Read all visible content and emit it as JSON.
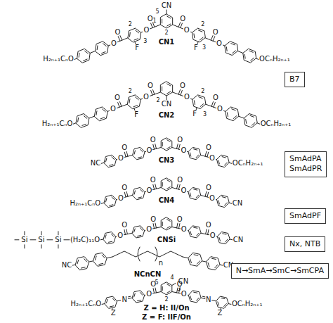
{
  "diagram": {
    "nodes": [
      {
        "text": [
          "B7"
        ]
      },
      {
        "text": [
          "SmAdPA SmAdPR"
        ]
      },
      {
        "text": [
          "SmAdPF"
        ]
      },
      {
        "text": [
          "Nx, NTB"
        ]
      },
      {
        "text": [
          "N→SmA→SmC→SmCPA"
        ]
      }
    ],
    "labels": [
      "CN",
      "5",
      "1",
      "2",
      "O",
      "O",
      "2",
      "3",
      "F",
      "O",
      "O",
      "H₂ₙ₊₁CₙO",
      "O",
      "O",
      "2",
      "F",
      "3",
      "O",
      "O",
      "OCₙH₂ₙ₊₁",
      "CN1",
      "CN",
      "2",
      "O",
      "O",
      "2",
      "F",
      "O",
      "O",
      "H₂ₙ₊₁CₙO",
      "O",
      "O",
      "2",
      "3",
      "F",
      "O",
      "O",
      "OCₙH₂ₙ₊₁",
      "CN2",
      "O",
      "O",
      "O",
      "O",
      "NC",
      "O",
      "O",
      "O",
      "O",
      "OCₙH₂ₙ₊₁",
      "CN3",
      "O",
      "O",
      "O",
      "O",
      "H₂ₙ₊₁CₙO",
      "O",
      "O",
      "O",
      "O",
      "CN",
      "CN4",
      "O",
      "O",
      "O",
      "O",
      "(H₂C)₁₁O",
      "Si",
      "Si",
      "Si",
      "O",
      "O",
      "O",
      "O",
      "CN",
      "CNSi",
      "n",
      "NC",
      "CN",
      "NCnCN",
      "CN",
      "5",
      "4",
      "3",
      "2",
      "O",
      "O",
      "N",
      "Z",
      "H₂ₙ₊₁CₙO",
      "O",
      "O",
      "N",
      "Z",
      "OCₙH₂ₙ₊₁",
      "Z = H: II/On",
      "Z = F: IIF/On"
    ]
  }
}
